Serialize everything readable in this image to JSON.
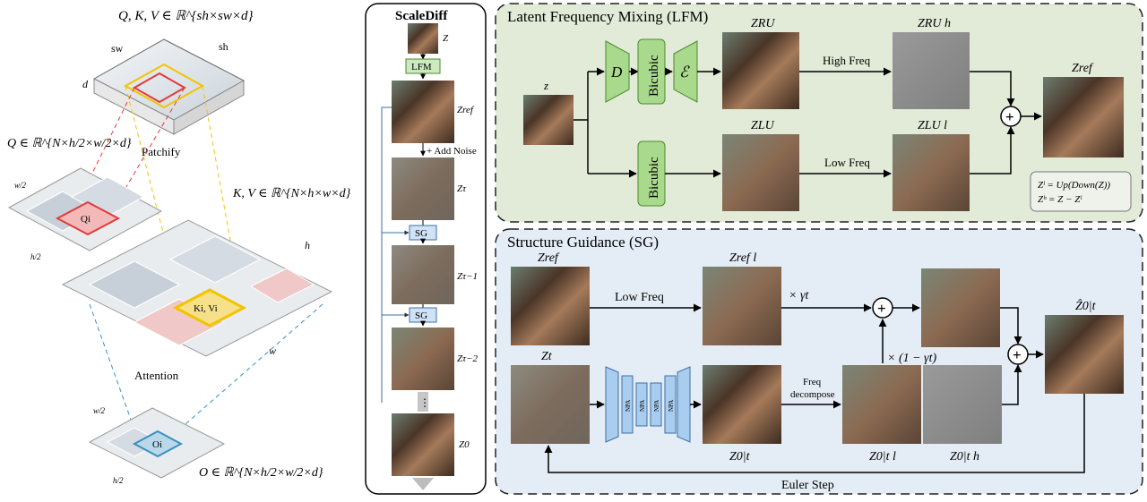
{
  "left_panel": {
    "qkv_top": "Q, K, V ∈ ℝ^{sh×sw×d}",
    "dim_sw": "sw",
    "dim_sh": "sh",
    "dim_d": "d",
    "q_label": "Q ∈ ℝ^{N×h/2×w/2×d}",
    "patchify": "Patchify",
    "kv_label": "K, V ∈ ℝ^{N×h×w×d}",
    "patch_w_half": "w/2",
    "patch_h_half": "h/2",
    "patch_h": "h",
    "patch_w": "w",
    "qi": "Qi",
    "kivi": "Ki, Vi",
    "attention": "Attention",
    "oi": "Oi",
    "o_label": "O ∈ ℝ^{N×h/2×w/2×d}",
    "o_w_half": "w/2",
    "o_h_half": "h/2"
  },
  "middle_panel": {
    "title": "ScaleDiff",
    "z": "Z",
    "lfm": "LFM",
    "z_ref": "Zref",
    "add_noise": "+ Add Noise",
    "z_tau": "Zτ",
    "sg1": "SG",
    "z_tau_1": "Zτ−1",
    "sg2": "SG",
    "z_tau_2": "Zτ−2",
    "dots": "⋮",
    "z0": "Z0"
  },
  "lfm_panel": {
    "title": "Latent Frequency Mixing (LFM)",
    "z_in": "z",
    "D": "D",
    "bicubic1": "Bicubic",
    "E": "ℰ",
    "bicubic2": "Bicubic",
    "z_ru": "ZRU",
    "z_lu": "ZLU",
    "high_freq": "High Freq",
    "low_freq": "Low Freq",
    "z_ru_h": "ZRU h",
    "z_lu_l": "ZLU l",
    "plus": "+",
    "z_ref": "Zref",
    "formula1": "Zˡ = Up(Down(Z))",
    "formula2": "Zʰ = Z − Zˡ"
  },
  "sg_panel": {
    "title": "Structure Guidance (SG)",
    "z_ref": "Zref",
    "low_freq": "Low Freq",
    "z_ref_l": "Zref l",
    "gamma": "× γt",
    "plus1": "+",
    "one_minus_gamma": "× (1 − γt)",
    "plus2": "+",
    "z_hat": "Ẑ0|t",
    "z_t": "Zt",
    "npa": "NPA",
    "freq_decompose_1": "Freq",
    "freq_decompose_2": "decompose",
    "z_0t": "Z0|t",
    "z_0t_l": "Z0|t l",
    "z_0t_h": "Z0|t h",
    "euler": "Euler Step"
  },
  "colors": {
    "lfm_bg": "#e2ebd8",
    "sg_bg": "#e4ecf5",
    "green_block": "#a8d98c",
    "blue_block": "#a9cdee",
    "wire": "#000000",
    "q_patch": "#e23a3a",
    "kv_patch": "#f2c400",
    "o_patch": "#3a8fbf"
  }
}
